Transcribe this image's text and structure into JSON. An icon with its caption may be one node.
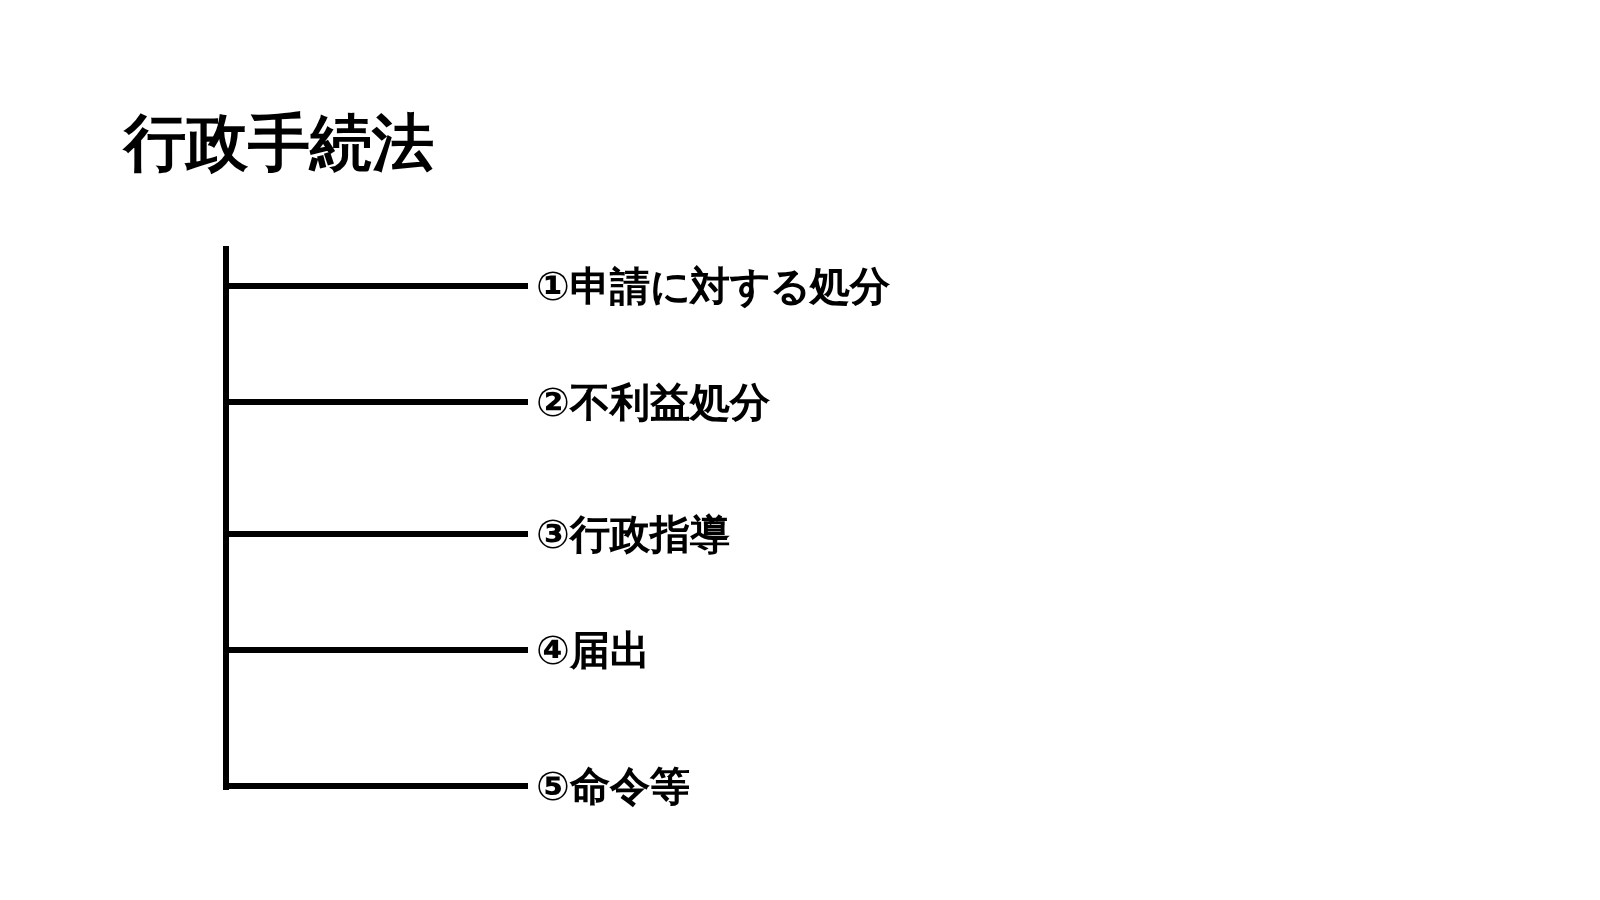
{
  "diagram": {
    "title": "行政手続法",
    "nodes": [
      {
        "text": [
          "①申請に対する処分"
        ]
      },
      {
        "text": [
          "②不利益処分"
        ]
      },
      {
        "text": [
          "③行政指導"
        ]
      },
      {
        "text": [
          "④届出"
        ]
      },
      {
        "text": [
          "⑤命令等"
        ]
      }
    ],
    "edges": [
      {
        "from": null,
        "to": 0,
        "arrow": "none"
      },
      {
        "from": null,
        "to": 1,
        "arrow": "none"
      },
      {
        "from": null,
        "to": 2,
        "arrow": "none"
      },
      {
        "from": null,
        "to": 3,
        "arrow": "none"
      },
      {
        "from": null,
        "to": 4,
        "arrow": "none"
      }
    ]
  }
}
